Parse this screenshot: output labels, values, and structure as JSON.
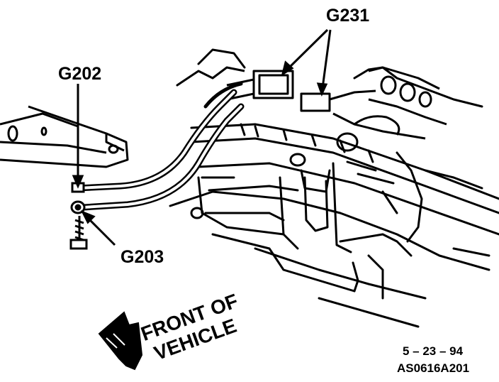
{
  "callouts": {
    "g231": "G231",
    "g202": "G202",
    "g203": "G203"
  },
  "direction": {
    "line1": "FRONT OF",
    "line2": "VEHICLE"
  },
  "reference": {
    "date": "5 – 23 – 94",
    "code": "AS0616A201"
  },
  "colors": {
    "ink": "#000000",
    "paper": "#ffffff"
  }
}
